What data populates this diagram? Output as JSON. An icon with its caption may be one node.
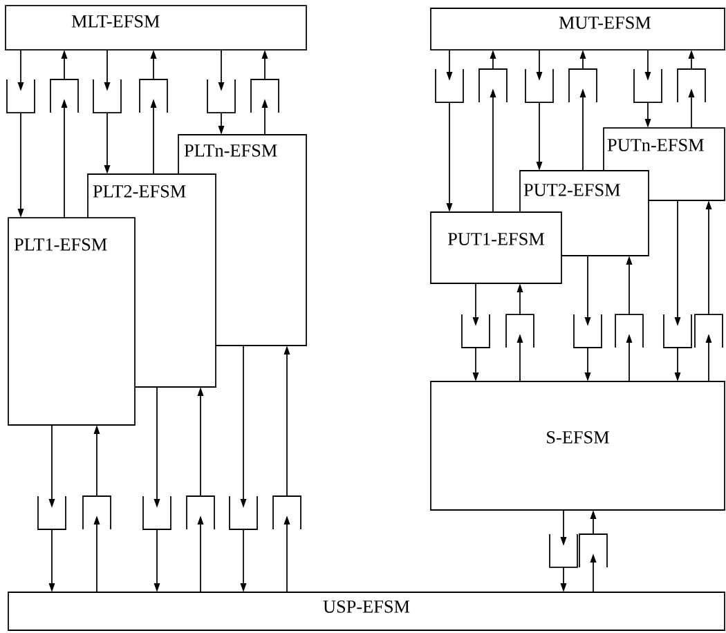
{
  "diagram": {
    "nodes": [
      {
        "text": [
          "MLT-EFSM"
        ]
      },
      {
        "text": [
          "MUT-EFSM"
        ]
      },
      {
        "text": [
          "PLTn-EFSM"
        ]
      },
      {
        "text": [
          "PUTn-EFSM"
        ]
      },
      {
        "text": [
          "PLT2-EFSM"
        ]
      },
      {
        "text": [
          "PUT2-EFSM"
        ]
      },
      {
        "text": [
          "PLT1-EFSM"
        ]
      },
      {
        "text": [
          "PUT1-EFSM"
        ]
      },
      {
        "text": [
          "S-EFSM"
        ]
      },
      {
        "text": [
          "USP-EFSM"
        ]
      },
      {
        "text": [],
        "shape": "box"
      },
      {
        "text": [],
        "shape": "box"
      },
      {
        "text": [],
        "shape": "box"
      },
      {
        "text": [],
        "shape": "box"
      },
      {
        "text": [],
        "shape": "box"
      },
      {
        "text": [],
        "shape": "box"
      },
      {
        "text": [],
        "shape": "box"
      },
      {
        "text": [],
        "shape": "box"
      },
      {
        "text": [],
        "shape": "box"
      },
      {
        "text": [],
        "shape": "box"
      },
      {
        "text": [],
        "shape": "box"
      },
      {
        "text": [],
        "shape": "box"
      },
      {
        "text": [],
        "shape": "box"
      },
      {
        "text": [],
        "shape": "box"
      },
      {
        "text": [],
        "shape": "box"
      },
      {
        "text": [],
        "shape": "box"
      },
      {
        "text": [],
        "shape": "box"
      },
      {
        "text": [],
        "shape": "box"
      },
      {
        "text": [],
        "shape": "box"
      },
      {
        "text": [],
        "shape": "box"
      },
      {
        "text": [],
        "shape": "box"
      },
      {
        "text": [],
        "shape": "box"
      },
      {
        "text": [],
        "shape": "box"
      },
      {
        "text": [],
        "shape": "box"
      },
      {
        "text": [],
        "shape": "box"
      },
      {
        "text": [],
        "shape": "box"
      }
    ],
    "edges": [
      {
        "from": 0,
        "to": 10,
        "arrow": "to"
      },
      {
        "from": 10,
        "to": 6,
        "arrow": "to"
      },
      {
        "from": 6,
        "to": 11,
        "arrow": "to"
      },
      {
        "from": 11,
        "to": 0,
        "arrow": "to"
      },
      {
        "from": 0,
        "to": 12,
        "arrow": "to"
      },
      {
        "from": 12,
        "to": 4,
        "arrow": "to"
      },
      {
        "from": 4,
        "to": 13,
        "arrow": "to"
      },
      {
        "from": 13,
        "to": 0,
        "arrow": "to"
      },
      {
        "from": 0,
        "to": 14,
        "arrow": "to"
      },
      {
        "from": 14,
        "to": 2,
        "arrow": "to"
      },
      {
        "from": 2,
        "to": 15,
        "arrow": "to"
      },
      {
        "from": 15,
        "to": 0,
        "arrow": "to"
      },
      {
        "from": 1,
        "to": 16,
        "arrow": "to"
      },
      {
        "from": 16,
        "to": 7,
        "arrow": "to"
      },
      {
        "from": 7,
        "to": 17,
        "arrow": "to"
      },
      {
        "from": 17,
        "to": 1,
        "arrow": "to"
      },
      {
        "from": 1,
        "to": 18,
        "arrow": "to"
      },
      {
        "from": 18,
        "to": 5,
        "arrow": "to"
      },
      {
        "from": 5,
        "to": 19,
        "arrow": "to"
      },
      {
        "from": 19,
        "to": 1,
        "arrow": "to"
      },
      {
        "from": 1,
        "to": 20,
        "arrow": "to"
      },
      {
        "from": 20,
        "to": 3,
        "arrow": "to"
      },
      {
        "from": 3,
        "to": 21,
        "arrow": "to"
      },
      {
        "from": 21,
        "to": 1,
        "arrow": "to"
      },
      {
        "from": 6,
        "to": 22,
        "arrow": "to"
      },
      {
        "from": 22,
        "to": 9,
        "arrow": "to"
      },
      {
        "from": 9,
        "to": 23,
        "arrow": "to"
      },
      {
        "from": 23,
        "to": 6,
        "arrow": "to"
      },
      {
        "from": 4,
        "to": 24,
        "arrow": "to"
      },
      {
        "from": 24,
        "to": 9,
        "arrow": "to"
      },
      {
        "from": 9,
        "to": 25,
        "arrow": "to"
      },
      {
        "from": 25,
        "to": 4,
        "arrow": "to"
      },
      {
        "from": 2,
        "to": 26,
        "arrow": "to"
      },
      {
        "from": 26,
        "to": 9,
        "arrow": "to"
      },
      {
        "from": 9,
        "to": 27,
        "arrow": "to"
      },
      {
        "from": 27,
        "to": 2,
        "arrow": "to"
      },
      {
        "from": 7,
        "to": 28,
        "arrow": "to"
      },
      {
        "from": 28,
        "to": 8,
        "arrow": "to"
      },
      {
        "from": 8,
        "to": 29,
        "arrow": "to"
      },
      {
        "from": 29,
        "to": 7,
        "arrow": "to"
      },
      {
        "from": 5,
        "to": 30,
        "arrow": "to"
      },
      {
        "from": 30,
        "to": 8,
        "arrow": "to"
      },
      {
        "from": 8,
        "to": 31,
        "arrow": "to"
      },
      {
        "from": 31,
        "to": 5,
        "arrow": "to"
      },
      {
        "from": 3,
        "to": 32,
        "arrow": "to"
      },
      {
        "from": 32,
        "to": 8,
        "arrow": "to"
      },
      {
        "from": 8,
        "to": 33,
        "arrow": "to"
      },
      {
        "from": 33,
        "to": 3,
        "arrow": "to"
      },
      {
        "from": 8,
        "to": 34,
        "arrow": "to"
      },
      {
        "from": 34,
        "to": 9,
        "arrow": "to"
      },
      {
        "from": 9,
        "to": 35,
        "arrow": "to"
      },
      {
        "from": 35,
        "to": 8,
        "arrow": "to"
      }
    ]
  }
}
